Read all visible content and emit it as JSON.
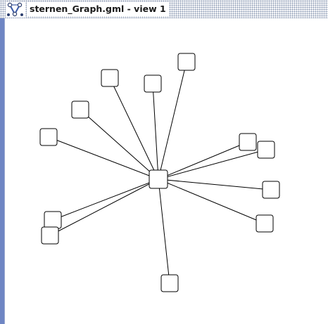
{
  "window": {
    "title": "sternen_Graph.gml - view 1",
    "app_icon": "yed-graph-icon"
  },
  "graph": {
    "center_node": {
      "id": "hub"
    },
    "outer_nodes": [
      {
        "id": "n1"
      },
      {
        "id": "n2"
      },
      {
        "id": "n3"
      },
      {
        "id": "n4"
      },
      {
        "id": "n5"
      },
      {
        "id": "n6"
      },
      {
        "id": "n7"
      },
      {
        "id": "n8"
      },
      {
        "id": "n9"
      },
      {
        "id": "n10"
      },
      {
        "id": "n11"
      },
      {
        "id": "n12"
      },
      {
        "id": "n13"
      }
    ],
    "colors": {
      "node_fill": "#ffffff",
      "node_stroke": "#000000",
      "edge_stroke": "#000000",
      "frame": "#6f86c4"
    }
  }
}
